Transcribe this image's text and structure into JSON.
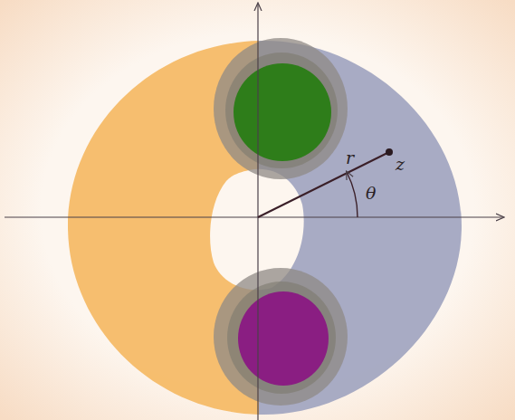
{
  "diagram": {
    "labels": [
      "r",
      "z",
      "θ"
    ]
  }
}
